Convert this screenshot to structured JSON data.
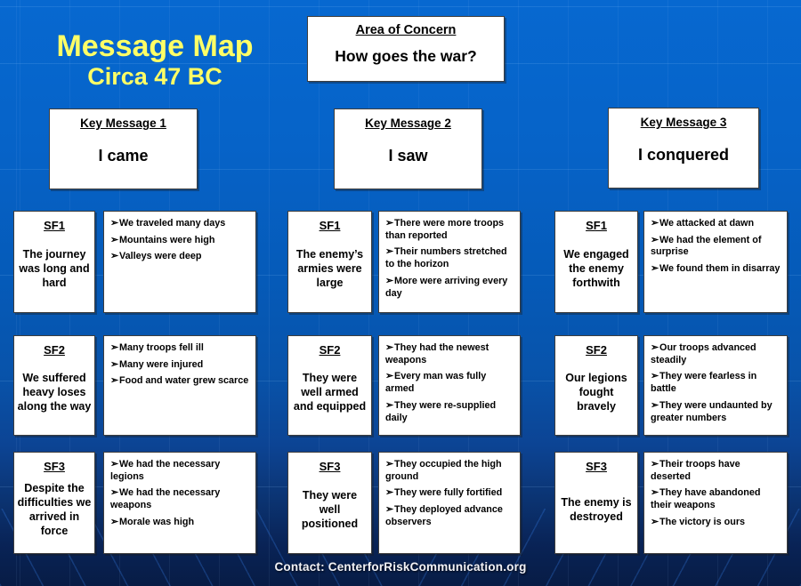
{
  "title": {
    "line1": "Message Map",
    "line2": "Circa 47 BC"
  },
  "area_of_concern": {
    "heading": "Area of Concern",
    "question": "How goes the war?"
  },
  "key_messages": [
    {
      "heading": "Key Message 1",
      "text": "I came"
    },
    {
      "heading": "Key Message 2",
      "text": "I saw"
    },
    {
      "heading": "Key Message 3",
      "text": "I conquered"
    }
  ],
  "columns": [
    {
      "cells": [
        {
          "sf": "SF1",
          "statement": "The journey was long and hard",
          "bullets": [
            "We traveled many days",
            "Mountains were high",
            "Valleys were deep"
          ]
        },
        {
          "sf": "SF2",
          "statement": "We suffered heavy loses along the way",
          "bullets": [
            "Many troops fell ill",
            "Many were injured",
            "Food and water grew scarce"
          ]
        },
        {
          "sf": "SF3",
          "statement": "Despite the difficulties we arrived in force",
          "bullets": [
            "We had the necessary legions",
            "We had the necessary weapons",
            "Morale was high"
          ]
        }
      ]
    },
    {
      "cells": [
        {
          "sf": "SF1",
          "statement": "The enemy’s armies were large",
          "bullets": [
            "There were more troops than reported",
            "Their numbers stretched to the horizon",
            "More were arriving every day"
          ]
        },
        {
          "sf": "SF2",
          "statement": "They were well armed and equipped",
          "bullets": [
            "They had the newest weapons",
            "Every man was fully armed",
            "They were re-supplied daily"
          ]
        },
        {
          "sf": "SF3",
          "statement": "They were well positioned",
          "bullets": [
            "They occupied the high ground",
            "They were fully fortified",
            "They deployed advance observers"
          ]
        }
      ]
    },
    {
      "cells": [
        {
          "sf": "SF1",
          "statement": "We engaged the enemy forthwith",
          "bullets": [
            "We attacked at dawn",
            "We had the element of surprise",
            "We found them in disarray"
          ]
        },
        {
          "sf": "SF2",
          "statement": "Our legions fought bravely",
          "bullets": [
            "Our troops advanced steadily",
            "They were fearless in battle",
            "They were undaunted by greater numbers"
          ]
        },
        {
          "sf": "SF3",
          "statement": "The enemy is destroyed",
          "bullets": [
            "Their troops have deserted",
            "They have abandoned their weapons",
            "The victory is ours"
          ]
        }
      ]
    }
  ],
  "footer": {
    "contact": "Contact: CenterforRiskCommunication.org"
  },
  "glyphs": {
    "bullet": "➢"
  },
  "colors": {
    "title_yellow": "#FFFF66",
    "background_top": "#0768D0",
    "background_bottom": "#071C45",
    "box_background": "#FFFFFF",
    "box_border": "#3D3D3D",
    "text": "#000000",
    "footer_text": "#F2F2F6"
  }
}
